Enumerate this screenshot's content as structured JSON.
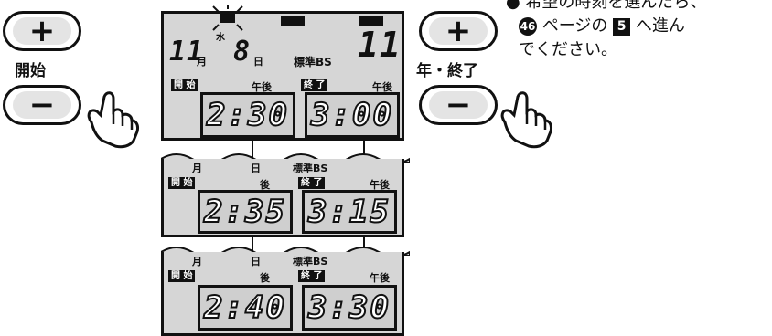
{
  "buttons": {
    "start_plus": "+",
    "start_minus": "−",
    "start_label": "開始",
    "end_plus": "+",
    "end_minus": "−",
    "end_label": "年・終了"
  },
  "instruction": {
    "line1": "希望の時刻を選んだら、",
    "page_ref": "46",
    "line2": "ページの",
    "step_ref": "5",
    "line2b": "へ進ん",
    "line3": "でください。"
  },
  "lcd_main": {
    "month_digit": "11",
    "month_unit": "月",
    "day_digit": "8",
    "day_unit": "日",
    "weekday": "水",
    "mode": "標準BS",
    "channel": "11",
    "start_tag": "開 始",
    "end_tag": "終 了",
    "pm_start": "午後",
    "pm_end": "午後",
    "start_time": "2:30",
    "end_time": "3:00"
  },
  "lcd_step2": {
    "month_unit": "月",
    "day_unit": "日",
    "mode": "標準BS",
    "start_tag": "開 始",
    "end_tag": "終 了",
    "pm_start": "後",
    "pm_end": "午後",
    "start_time": "2:35",
    "end_time": "3:15"
  },
  "lcd_step3": {
    "month_unit": "月",
    "day_unit": "日",
    "mode": "標準BS",
    "start_tag": "開 始",
    "end_tag": "終 了",
    "pm_start": "後",
    "pm_end": "午後",
    "start_time": "2:40",
    "end_time": "3:30"
  }
}
